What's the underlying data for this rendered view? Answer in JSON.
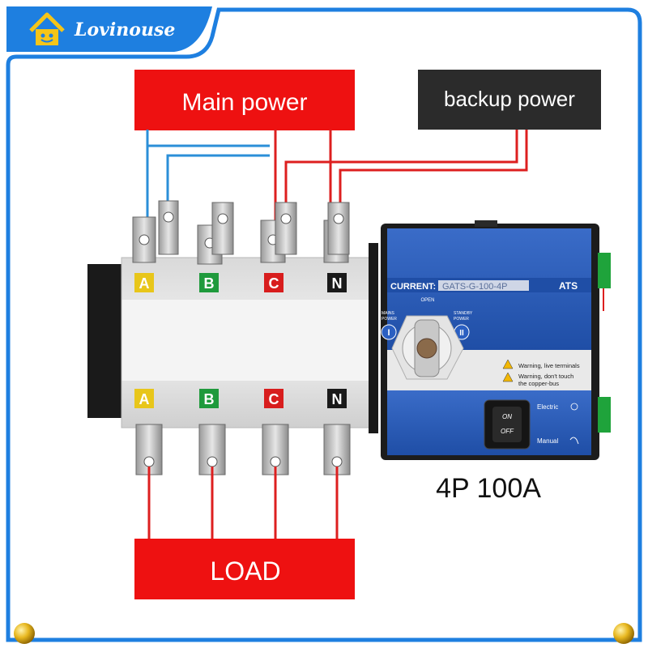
{
  "brand": {
    "name": "Lovinouse"
  },
  "labels": {
    "main_power": "Main power",
    "backup_power": "backup power",
    "load": "LOAD",
    "rating": "4P 100A"
  },
  "switch": {
    "poles_top": [
      "A",
      "B",
      "C",
      "N"
    ],
    "poles_bottom": [
      "A",
      "B",
      "C",
      "N"
    ],
    "pole_colors": [
      "#e8c61a",
      "#1f9a3c",
      "#d81d1d",
      "#1a1a1a"
    ]
  },
  "controller": {
    "current_label": "CURRENT:",
    "model": "GATS-G-100-4P",
    "ats": "ATS",
    "open": "OPEN",
    "mains_power_1": "MAINS",
    "mains_power_2": "POWER",
    "standby_power_1": "STANDBY",
    "standby_power_2": "POWER",
    "pos_1": "I",
    "pos_2": "II",
    "warning_1": "Warning, live terminals",
    "warning_2a": "Warning, don't touch",
    "warning_2b": "the copper-bus",
    "electric": "Electric",
    "manual": "Manual",
    "on": "ON",
    "off": "OFF"
  },
  "colors": {
    "frame_blue": "#1e7fe0",
    "label_red": "#ee1111",
    "label_dark": "#2b2b2b",
    "wire_red": "#dd1f1f",
    "wire_blue": "#2b8fd8",
    "panel_blue": "#2a5bb8"
  }
}
